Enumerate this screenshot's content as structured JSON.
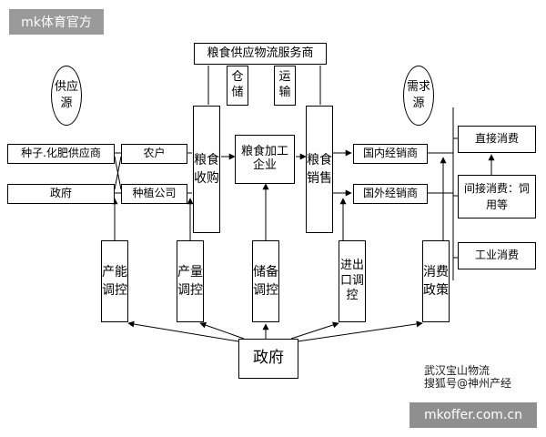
{
  "badges": {
    "top": "mk体育官方",
    "bottom": "mkoffer.com.cn"
  },
  "supply_source": "供应源",
  "demand_source": "需求源",
  "service_provider": "粮食供应物流服务商",
  "storage": "仓储",
  "transport": "运输",
  "grain_purchase": "粮食收购",
  "grain_processing": "粮食加工企业",
  "grain_sales": "粮食销售",
  "seed_supplier": "种子.化肥供应商",
  "government_left": "政府",
  "farmers": "农户",
  "planting_company": "种植公司",
  "domestic_dealer": "国内经销商",
  "foreign_dealer": "国外经销商",
  "direct_consumption": "直接消费",
  "indirect_consumption": "间接消费：饲用等",
  "industrial_consumption": "工业消费",
  "capacity_control": "产能调控",
  "output_control": "产量调控",
  "reserve_control": "储备调控",
  "import_export_control": "进出口调控",
  "consumption_policy": "消费政策",
  "government_center": "政府",
  "watermark": {
    "line1": "武汉宝山物流",
    "line2": "搜狐号@神州产经"
  }
}
